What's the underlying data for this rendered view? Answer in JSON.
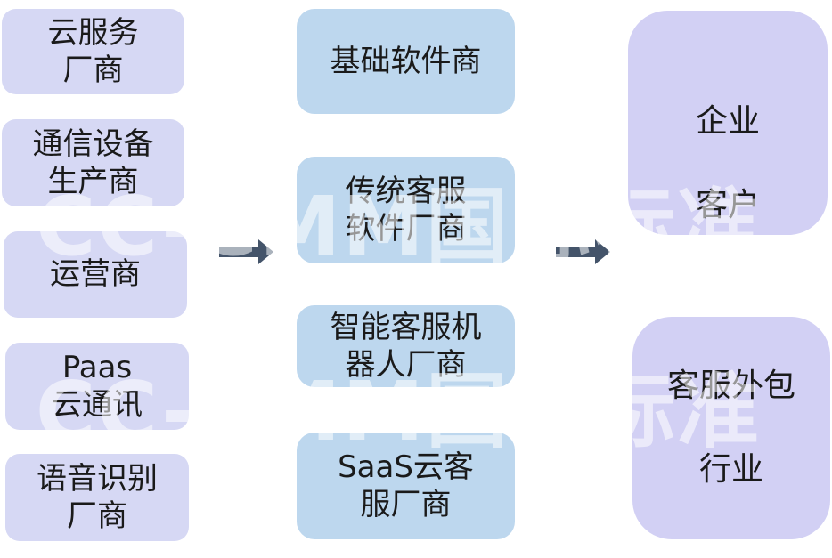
{
  "left_column": [
    {
      "id": "cloud-service",
      "lines": [
        "云服务",
        "厂商"
      ]
    },
    {
      "id": "telecom-equipment",
      "lines": [
        "通信设备",
        "生产商"
      ]
    },
    {
      "id": "operator",
      "lines": [
        "运营商"
      ]
    },
    {
      "id": "paas",
      "lines": [
        "Paas",
        "云通讯"
      ]
    },
    {
      "id": "speech-recognition",
      "lines": [
        "语音识别",
        "厂商"
      ]
    }
  ],
  "middle_column": [
    {
      "id": "base-software",
      "lines": [
        "基础软件商"
      ]
    },
    {
      "id": "traditional-cs",
      "lines": [
        "传统客服",
        "软件厂商"
      ]
    },
    {
      "id": "chatbot",
      "lines": [
        "智能客服机",
        "器人厂商"
      ]
    },
    {
      "id": "saas-cs",
      "lines": [
        "SaaS云客",
        "服厂商"
      ]
    }
  ],
  "right_column": [
    {
      "id": "enterprise",
      "lines": [
        "企业",
        "客户"
      ]
    },
    {
      "id": "outsourcing",
      "lines": [
        "客服外包",
        "行业"
      ]
    }
  ],
  "watermark": [
    "CC-CMM国际标准",
    "CC-CMM国际标准"
  ],
  "colors": {
    "left_fill": "#d6d8f4",
    "middle_fill": "#bdd7ee",
    "right_fill": "#d2d0f4",
    "arrow": "#44546a"
  }
}
